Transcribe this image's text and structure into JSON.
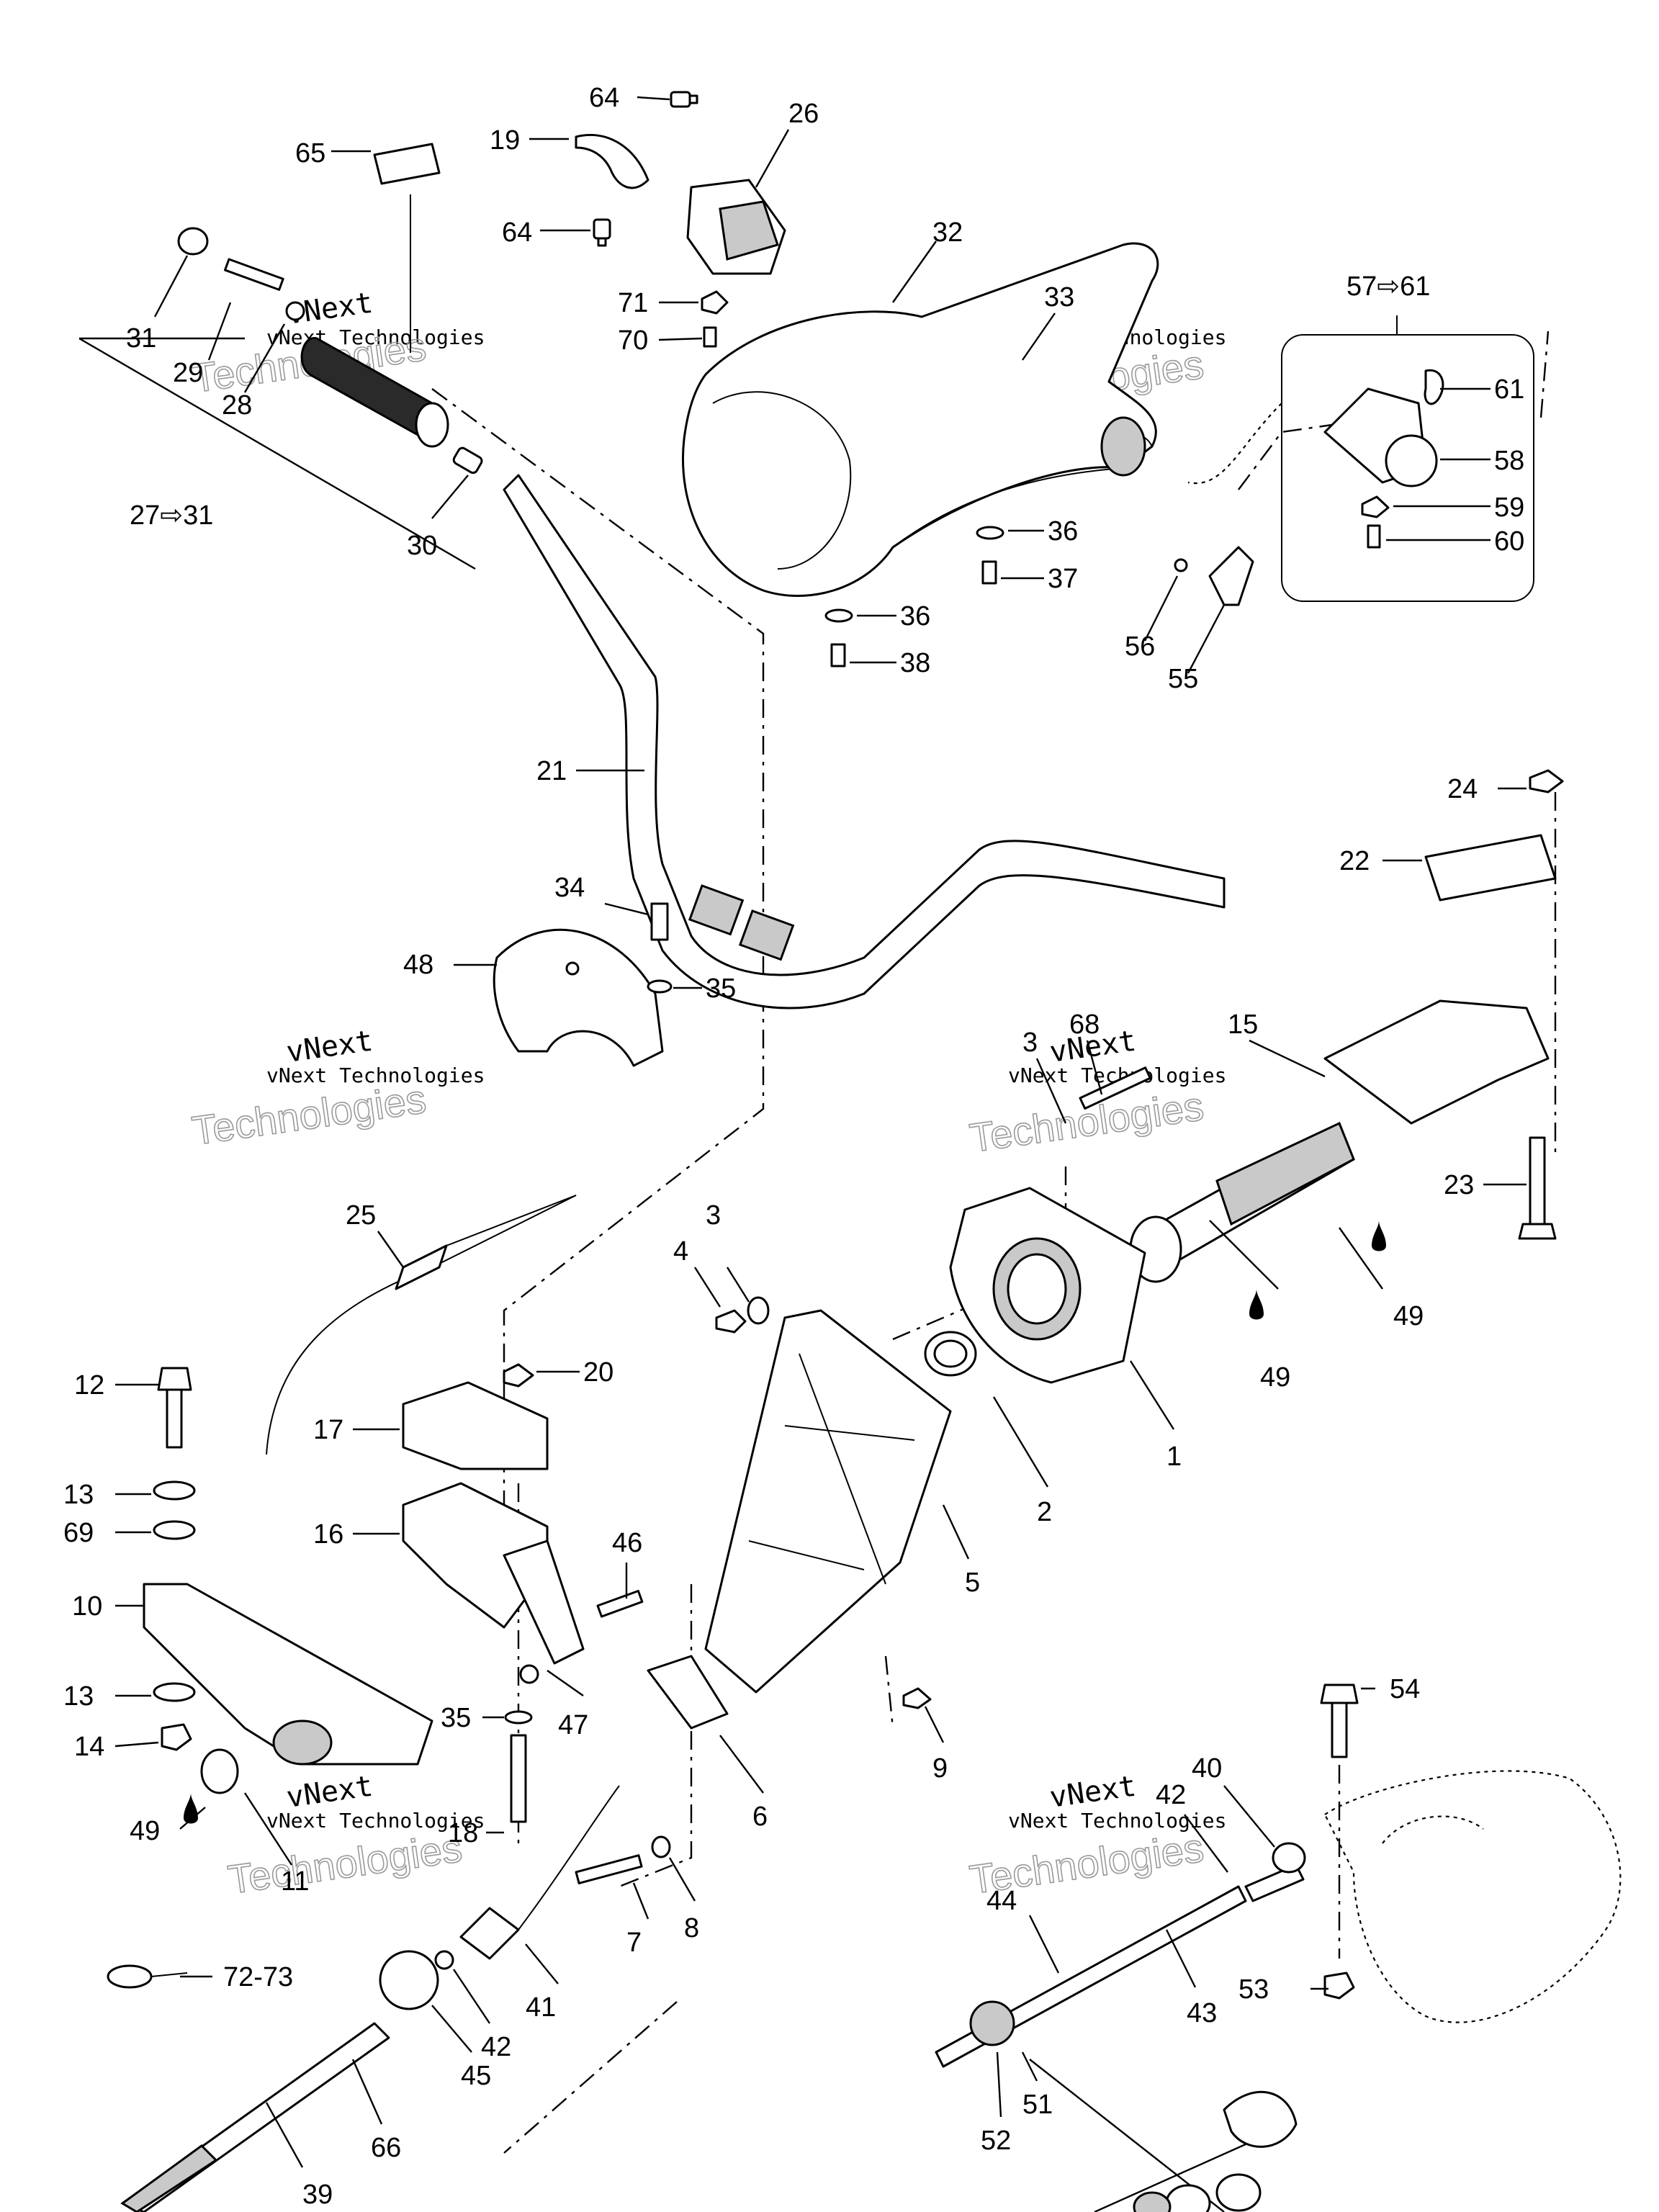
{
  "labels": {
    "l64a": "64",
    "l19": "19",
    "l26": "26",
    "l65": "65",
    "l64b": "64",
    "l32": "32",
    "l33": "33",
    "l71": "71",
    "l70": "70",
    "l57_61": "57⇨61",
    "l61": "61",
    "l58": "58",
    "l59": "59",
    "l60": "60",
    "l31": "31",
    "l29": "29",
    "l28": "28",
    "l27_31": "27⇨31",
    "l30": "30",
    "l36a": "36",
    "l37": "37",
    "l36b": "36",
    "l38": "38",
    "l56": "56",
    "l55": "55",
    "l21": "21",
    "l24": "24",
    "l22": "22",
    "l34": "34",
    "l48": "48",
    "l35a": "35",
    "l68": "68",
    "l3a": "3",
    "l15": "15",
    "l23": "23",
    "l25": "25",
    "l4": "4",
    "l3b": "3",
    "l49a": "49",
    "l49b": "49",
    "l12": "12",
    "l20": "20",
    "l17": "17",
    "l1": "1",
    "l2": "2",
    "l13a": "13",
    "l69": "69",
    "l16": "16",
    "l46": "46",
    "l5": "5",
    "l10": "10",
    "l13b": "13",
    "l35b": "35",
    "l47": "47",
    "l14": "14",
    "l6": "6",
    "l9": "9",
    "l54": "54",
    "l49c": "49",
    "l11": "11",
    "l18": "18",
    "l40": "40",
    "l42a": "42",
    "l7": "7",
    "l8": "8",
    "l44": "44",
    "l72_73": "72-73",
    "l41": "41",
    "l42b": "42",
    "l53": "53",
    "l43": "43",
    "l45": "45",
    "l66": "66",
    "l51": "51",
    "l52": "52",
    "l39": "39"
  },
  "watermark": {
    "line1": "vNext",
    "line2": "vNext Technologies",
    "outline": "Technologies"
  }
}
